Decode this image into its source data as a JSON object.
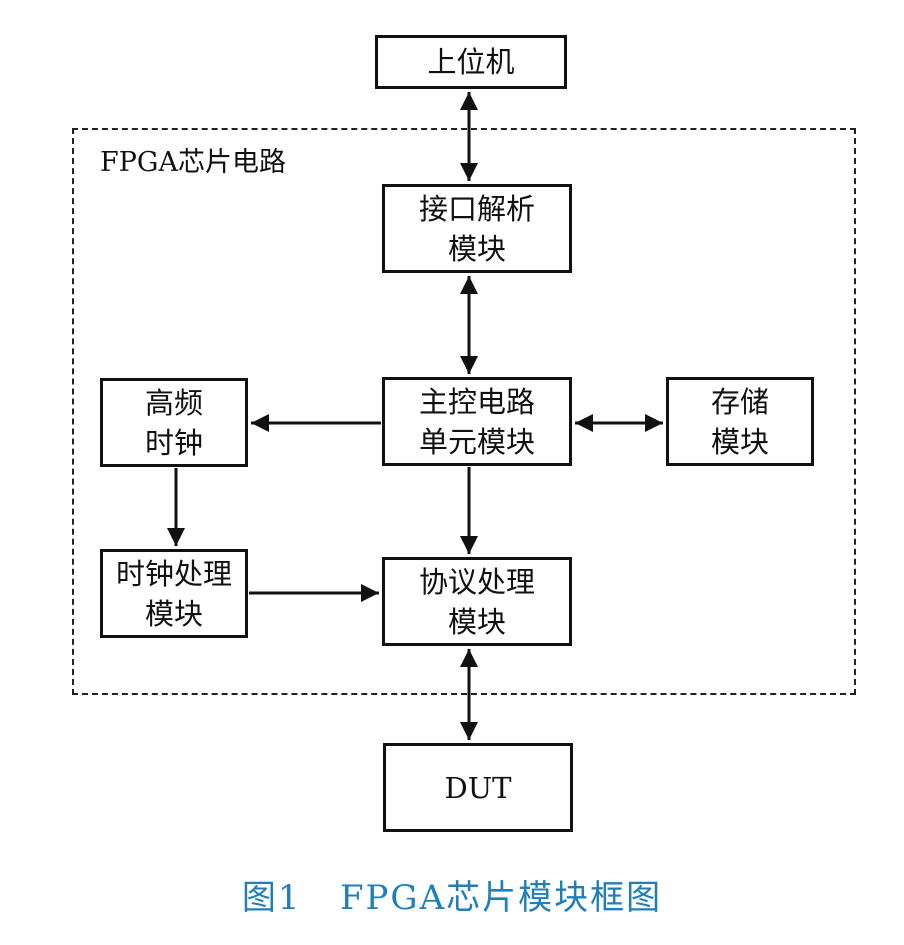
{
  "diagram": {
    "frame_label": "FPGA芯片电路",
    "blocks": {
      "host": {
        "lines": [
          "上位机"
        ]
      },
      "interface": {
        "lines": [
          "接口解析",
          "模块"
        ]
      },
      "main_control": {
        "lines": [
          "主控电路",
          "单元模块"
        ]
      },
      "hf_clock": {
        "lines": [
          "高频",
          "时钟"
        ]
      },
      "storage": {
        "lines": [
          "存储",
          "模块"
        ]
      },
      "clock_processing": {
        "lines": [
          "时钟处理",
          "模块"
        ]
      },
      "protocol": {
        "lines": [
          "协议处理",
          "模块"
        ]
      },
      "dut": {
        "lines": [
          "DUT"
        ]
      }
    },
    "connections": [
      {
        "from": "host",
        "to": "interface",
        "direction": "both"
      },
      {
        "from": "interface",
        "to": "main_control",
        "direction": "both"
      },
      {
        "from": "main_control",
        "to": "hf_clock",
        "direction": "forward"
      },
      {
        "from": "main_control",
        "to": "storage",
        "direction": "both"
      },
      {
        "from": "hf_clock",
        "to": "clock_processing",
        "direction": "forward"
      },
      {
        "from": "main_control",
        "to": "protocol",
        "direction": "forward"
      },
      {
        "from": "clock_processing",
        "to": "protocol",
        "direction": "forward"
      },
      {
        "from": "protocol",
        "to": "dut",
        "direction": "both"
      }
    ]
  },
  "caption": {
    "number": "图1",
    "title": "FPGA芯片模块框图"
  },
  "colors": {
    "line": "#111111",
    "caption": "#1f7fb8"
  }
}
